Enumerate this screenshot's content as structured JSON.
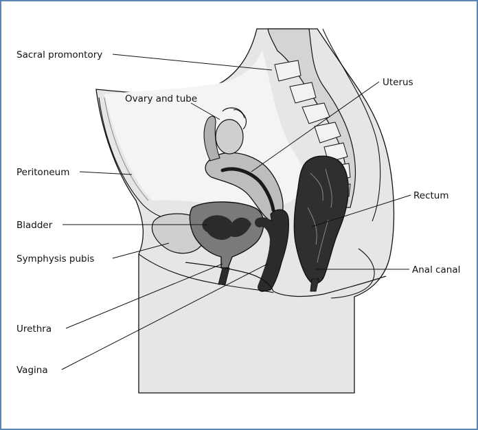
{
  "labels": {
    "sacral_promontory": "Sacral promontory",
    "ovary_and_tube": "Ovary and tube",
    "uterus": "Uterus",
    "peritoneum": "Peritoneum",
    "rectum": "Rectum",
    "bladder": "Bladder",
    "symphysis_pubis": "Symphysis pubis",
    "anal_canal": "Anal canal",
    "urethra": "Urethra",
    "vagina": "Vagina"
  },
  "colors": {
    "frame_border": "#5b86b3",
    "body_fill": "#e6e6e6",
    "line": "#111111",
    "dark_organ": "#2b2b2b",
    "mid_gray": "#b9b9b9"
  }
}
